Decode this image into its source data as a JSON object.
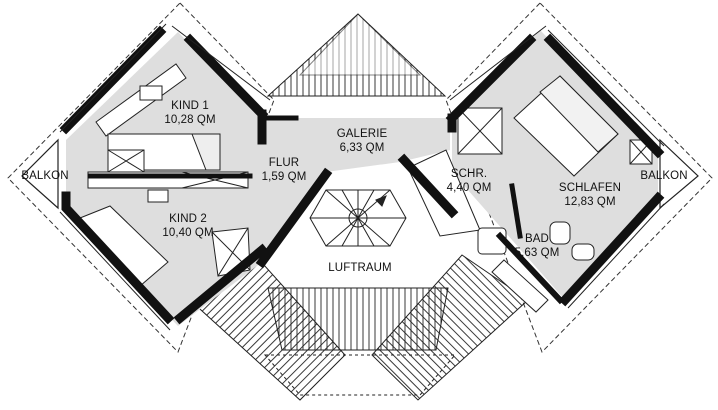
{
  "colors": {
    "wall": "#111111",
    "room_fill": "#dedede",
    "paper": "#ffffff",
    "line": "#222222"
  },
  "rooms": {
    "kind1": {
      "name": "KIND 1",
      "area": "10,28 QM"
    },
    "kind2": {
      "name": "KIND 2",
      "area": "10,40 QM"
    },
    "flur": {
      "name": "FLUR",
      "area": "1,59 QM"
    },
    "galerie": {
      "name": "GALERIE",
      "area": "6,33 QM"
    },
    "schr": {
      "name": "SCHR.",
      "area": "4,40 QM"
    },
    "schlafen": {
      "name": "SCHLAFEN",
      "area": "12,83 QM"
    },
    "bad": {
      "name": "BAD",
      "area": "5,63 QM"
    },
    "luftraum": {
      "name": "LUFTRAUM"
    },
    "balkon_left": {
      "name": "BALKON"
    },
    "balkon_right": {
      "name": "BALKON"
    }
  }
}
